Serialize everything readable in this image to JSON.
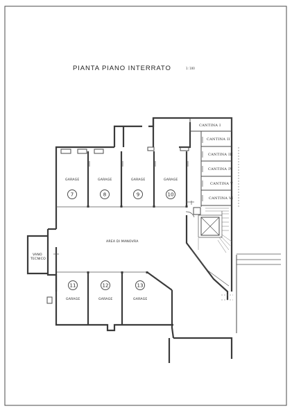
{
  "title": "PIANTA PIANO INTERRATO",
  "scale": "1: 100",
  "rooms": {
    "cantine": [
      "CANTINA I",
      "CANTINA II",
      "CANTINA III",
      "CANTINA IV",
      "CANTINA V",
      "CANTINA VI"
    ],
    "garage_label": "GARAGE",
    "garages_top": [
      "7",
      "8",
      "9",
      "10"
    ],
    "garages_bottom": [
      "11",
      "12",
      "13"
    ],
    "area_manovra": "AREA DI MANOVRA",
    "vano_tecnico": [
      "VANO",
      "TECNICO"
    ]
  },
  "colors": {
    "wall": "#3a3a3a",
    "background": "#ffffff"
  }
}
